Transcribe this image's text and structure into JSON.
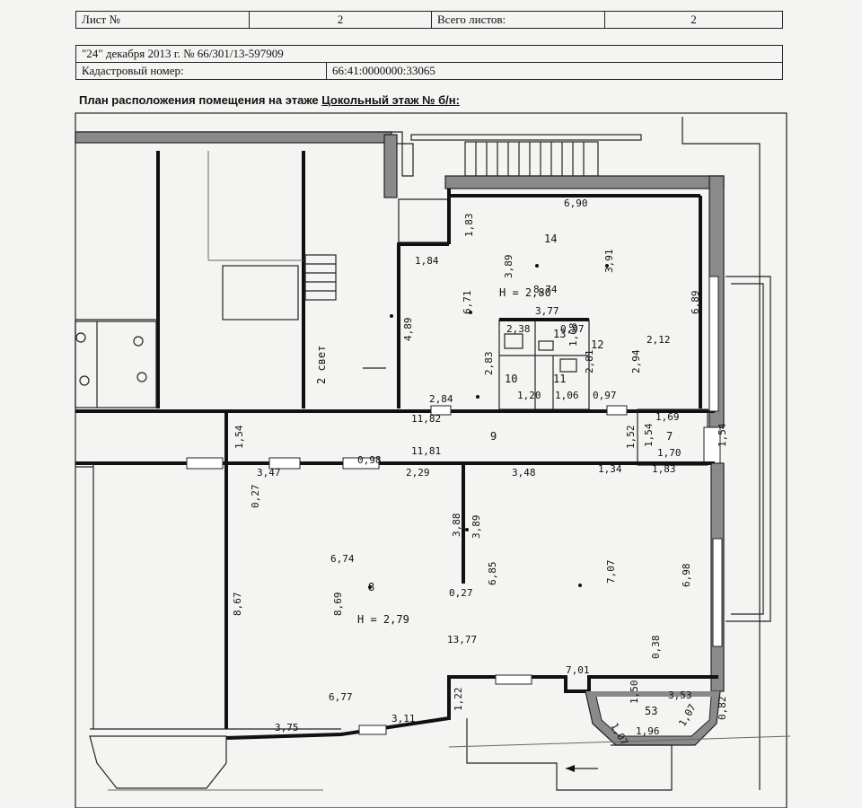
{
  "sheet": {
    "label": "Лист №",
    "number": "2",
    "total_label": "Всего листов:",
    "total": "2"
  },
  "record": {
    "doc_line": "\"24\" декабря 2013 г. № 66/301/13-597909",
    "cadastral_label": "Кадастровый номер:",
    "cadastral_value": "66:41:0000000:33065"
  },
  "caption": {
    "prefix": "План расположения помещения на этаже",
    "floor": "Цокольный этаж № б/н:"
  },
  "plan": {
    "rooms": [
      "14",
      "13",
      "12",
      "10",
      "11",
      "9",
      "7",
      "8",
      "53"
    ],
    "height_labels": [
      "H = 2,80",
      "H = 2,79"
    ],
    "notes": [
      "2 свет"
    ],
    "dimensions": [
      "6,90",
      "1,83",
      "3,89",
      "3,91",
      "1,84",
      "8,74",
      "6,71",
      "4,89",
      "3,77",
      "6,89",
      "2,38",
      "0,97",
      "1,08",
      "2,12",
      "2,83",
      "2,81",
      "2,94",
      "1,20",
      "1,06",
      "0,97",
      "2,84",
      "11,82",
      "1,52",
      "1,69",
      "1,54",
      "1,54",
      "1,70",
      "1,54",
      "11,81",
      "0,98",
      "3,47",
      "2,29",
      "3,48",
      "1,34",
      "1,83",
      "0,27",
      "3,88",
      "3,89",
      "6,74",
      "6,85",
      "7,07",
      "6,98",
      "8,67",
      "8,69",
      "0,27",
      "13,77",
      "0,38",
      "7,01",
      "1,22",
      "6,77",
      "3,53",
      "1,50",
      "0,82",
      "3,75",
      "3,11",
      "1,07",
      "1,96",
      "1,07"
    ]
  }
}
